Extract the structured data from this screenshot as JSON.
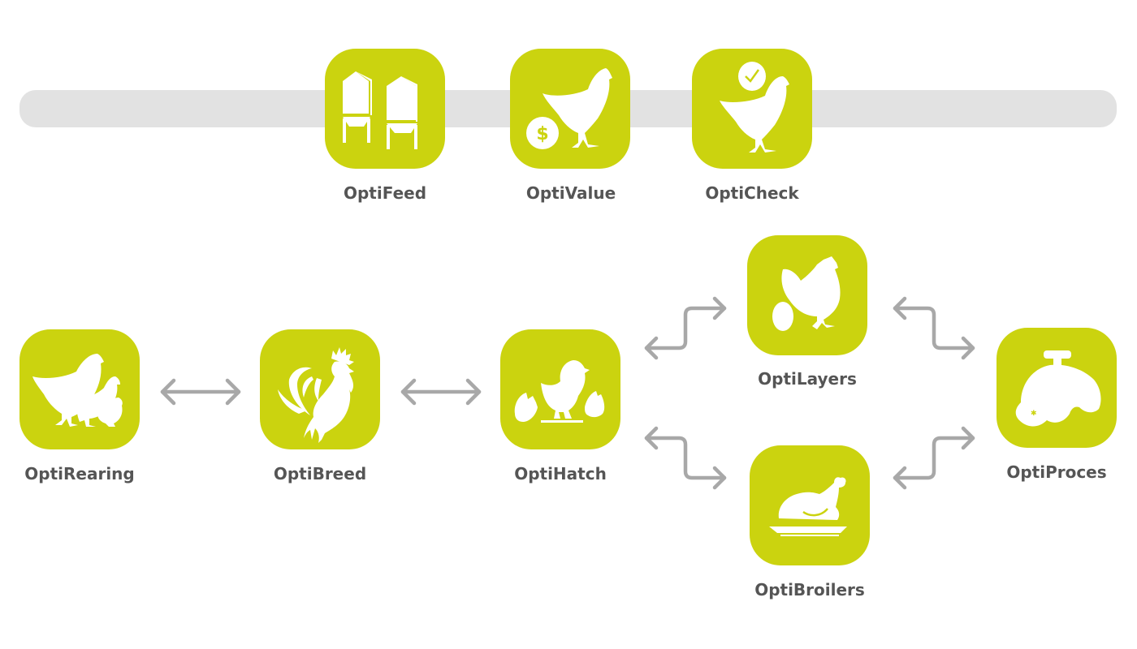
{
  "colors": {
    "tile": "#cbd30f",
    "icon": "#ffffff",
    "label": "#555555",
    "arrow": "#a8a8a8",
    "bar": "#e2e2e2"
  },
  "top_row": {
    "items": [
      {
        "label": "OptiFeed",
        "icon": "silos-icon"
      },
      {
        "label": "OptiValue",
        "icon": "chicken-dollar-icon"
      },
      {
        "label": "OptiCheck",
        "icon": "chicken-check-icon"
      }
    ]
  },
  "flow": {
    "items": [
      {
        "label": "OptiRearing",
        "icon": "hen-chicks-icon"
      },
      {
        "label": "OptiBreed",
        "icon": "rooster-icon"
      },
      {
        "label": "OptiHatch",
        "icon": "hatching-chick-icon"
      },
      {
        "label": "OptiLayers",
        "icon": "hen-egg-icon"
      },
      {
        "label": "OptiBroilers",
        "icon": "roast-chicken-icon"
      },
      {
        "label": "OptiProces",
        "icon": "plucked-chicken-icon"
      }
    ],
    "connections": [
      {
        "from": "OptiRearing",
        "to": "OptiBreed",
        "type": "bidirectional"
      },
      {
        "from": "OptiBreed",
        "to": "OptiHatch",
        "type": "bidirectional"
      },
      {
        "from": "OptiHatch",
        "to": "OptiLayers",
        "type": "bidirectional"
      },
      {
        "from": "OptiHatch",
        "to": "OptiBroilers",
        "type": "bidirectional"
      },
      {
        "from": "OptiLayers",
        "to": "OptiProces",
        "type": "bidirectional"
      },
      {
        "from": "OptiBroilers",
        "to": "OptiProces",
        "type": "bidirectional"
      }
    ]
  }
}
